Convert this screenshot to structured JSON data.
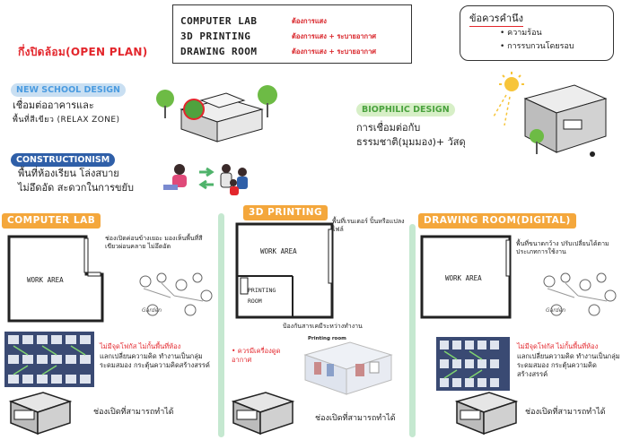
{
  "requirements": {
    "rows": [
      {
        "name": "COMPUTER LAB",
        "need": "ต้องการแสง"
      },
      {
        "name": "3D PRINTING",
        "need": "ต้องการแสง + ระบายอากาศ"
      },
      {
        "name": "DRAWING ROOM",
        "need": "ต้องการแสง + ระบายอากาศ"
      }
    ]
  },
  "considerations": {
    "title": "ข้อควรคำนึง",
    "items": [
      "ความร้อน",
      "การรบกวนโดยรอบ"
    ]
  },
  "open_plan_title": "กึ่งปิดล้อม(OPEN PLAN)",
  "concepts": {
    "new_school": {
      "tag": "NEW SCHOOL DESIGN",
      "line1": "เชื่อมต่ออาคารและ",
      "line2": "พื้นที่สีเขียว (RELAX ZONE)"
    },
    "constructionism": {
      "tag": "CONSTRUCTIONISM",
      "line1": "พื้นที่ห้องเรียน โล่งสบาย",
      "line2": "ไม่อึดอัด สะดวกในการขยับ"
    },
    "biophilic": {
      "tag": "BIOPHILIC DESIGN",
      "line1": "การเชื่อมต่อกับ",
      "line2": "ธรรมชาติ(มุมมอง)+ วัสดุ"
    }
  },
  "sections": {
    "computer_lab": {
      "label": "COMPUTER LAB",
      "note": "ช่องเปิดค่อนข้างเยอะ มองเห็นพื้นที่สีเขียวผ่อนคลาย ไม่อึดอัด",
      "work_area": "WORK AREA",
      "garden_label": "Garden",
      "grid_note_red": "ไม่มีจุดโฟกัส ไม่กั้นพื้นที่ห้อง",
      "grid_note_black": "แลกเปลี่ยนความคิด ทำงานเป็นกลุ่ม ระดมสมอง กระตุ้นความคิดสร้างสรรค์",
      "openings": "ช่องเปิดที่สามารถทำได้"
    },
    "printing": {
      "label": "3D PRINTING",
      "note": "พื้นที่เรนเดอร์ ปิ้นหรือแปลงไฟล์",
      "work_area": "WORK AREA",
      "printing_room": "PRINTING ROOM",
      "bottom_note": "ป้องกันสารเคมีระหว่างทำงาน",
      "ventilation": "• ควรมีเครื่องดูดอากาศ",
      "photo_title": "Printing room",
      "openings": "ช่องเปิดที่สามารถทำได้"
    },
    "drawing": {
      "label": "DRAWING ROOM(DIGITAL)",
      "note": "พื้นที่ขนาดกว้าง ปรับเปลี่ยนได้ตามประเภทการใช้งาน",
      "work_area": "WORK AREA",
      "garden_label": "Garden",
      "grid_note_red": "ไม่มีจุดโฟกัส ไม่กั้นพื้นที่ห้อง",
      "grid_note_black": "แลกเปลี่ยนความคิด ทำงานเป็นกลุ่ม ระดมสมอง กระตุ้นความคิดสร้างสรรค์",
      "openings": "ช่องเปิดที่สามารถทำได้"
    }
  },
  "colors": {
    "accent_red": "#e3262c",
    "section_orange": "#f4a73c",
    "tag_blue": "#2f5fa8",
    "tag_green": "#5fa850",
    "grid_blue": "#3a4a73",
    "divider_green": "#9fd8b0"
  }
}
